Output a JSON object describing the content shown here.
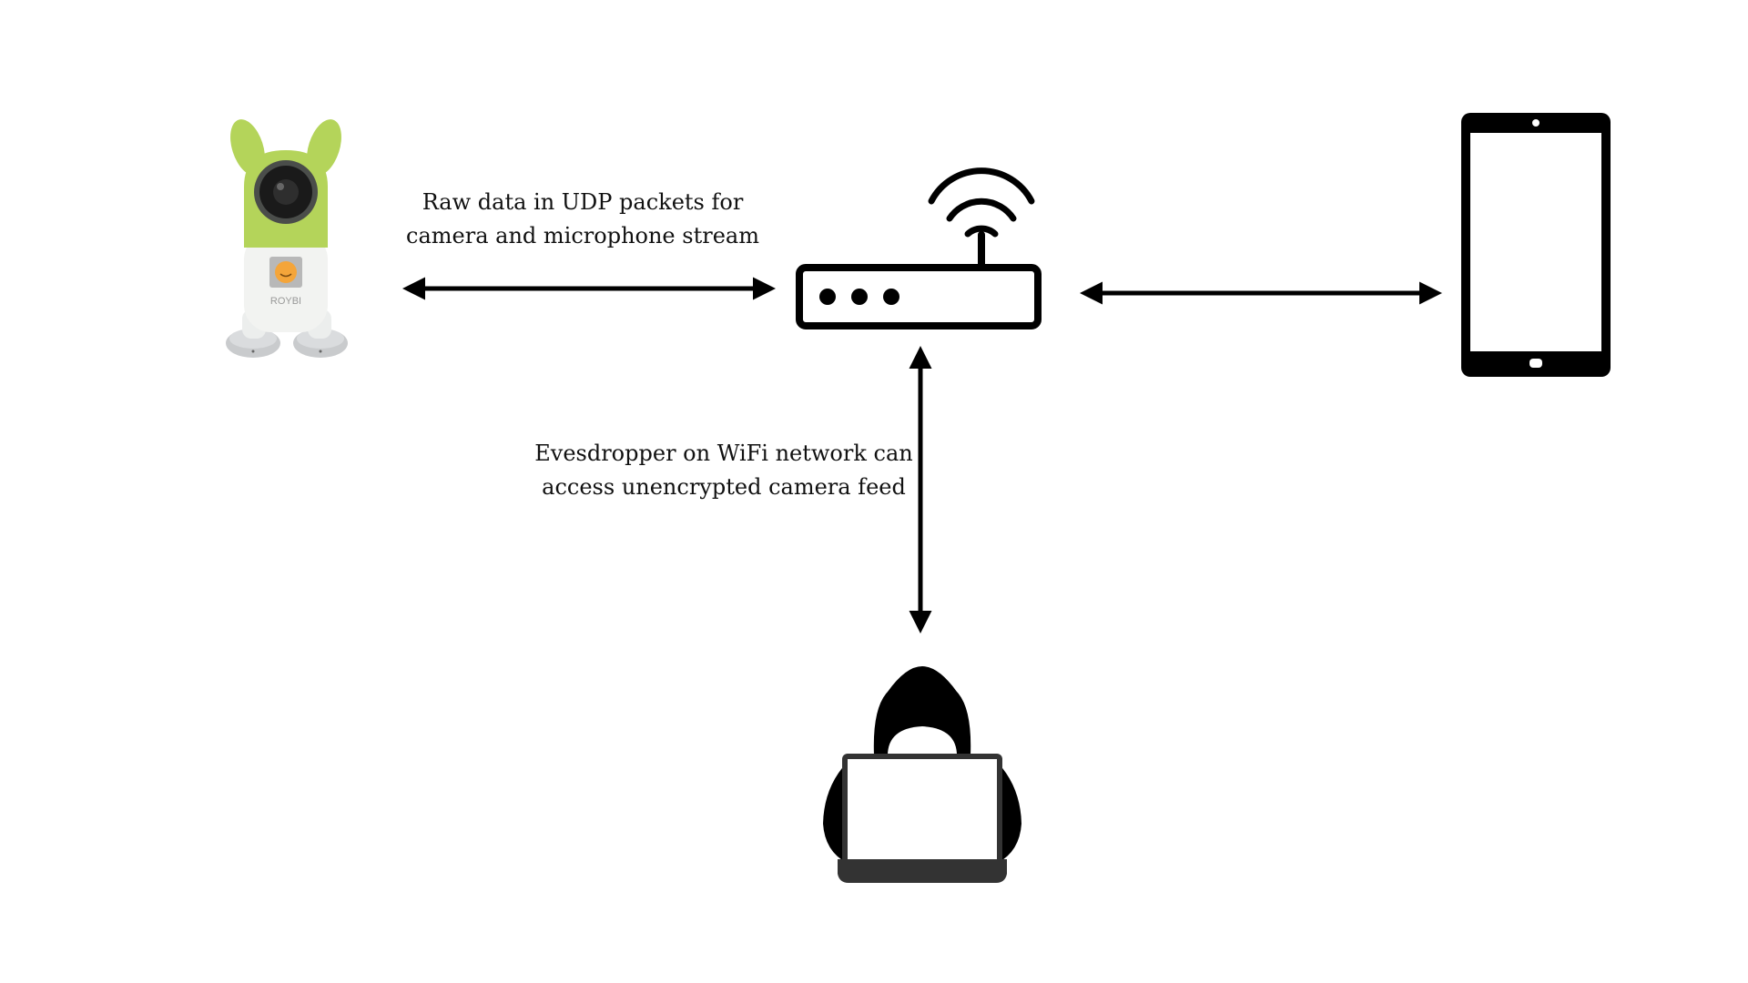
{
  "labels": {
    "udp_line1": "Raw data in UDP packets for",
    "udp_line2": "camera and microphone stream",
    "eve_line1": "Evesdropper on WiFi network can",
    "eve_line2": "access unencrypted camera feed"
  },
  "robot": {
    "brand": "ROYBI"
  },
  "icons": {
    "robot": "roybi-robot-icon",
    "router": "wifi-router-icon",
    "tablet": "tablet-icon",
    "hacker": "hacker-laptop-icon"
  },
  "colors": {
    "stroke": "#000000",
    "robot_green": "#b4d45a",
    "robot_white": "#f2f3f1",
    "robot_feet": "#c9cbcd"
  }
}
